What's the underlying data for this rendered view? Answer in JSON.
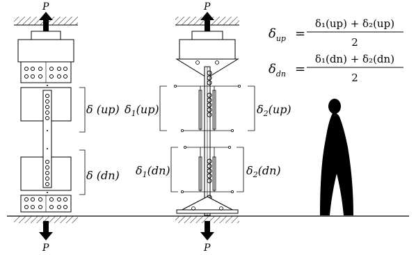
{
  "labels": {
    "load_symbol": "P",
    "left_up": "δ (up)",
    "left_dn": "δ (dn)",
    "mid_left_up_main": "δ",
    "mid_left_up_sub": "1",
    "mid_left_up_tail": "(up)",
    "mid_right_up_main": "δ",
    "mid_right_up_sub": "2",
    "mid_right_up_tail": "(up)",
    "mid_left_dn_main": "δ",
    "mid_left_dn_sub": "1",
    "mid_left_dn_tail": "(dn)",
    "mid_right_dn_main": "δ",
    "mid_right_dn_sub": "2",
    "mid_right_dn_tail": "(dn)"
  },
  "formulas": {
    "up": {
      "lhs_main": "δ",
      "lhs_sub": "up",
      "equals": "=",
      "numerator": "δ₁(up) + δ₂(up)",
      "denominator": "2"
    },
    "dn": {
      "lhs_main": "δ",
      "lhs_sub": "dn",
      "equals": "=",
      "numerator": "δ₁(dn) + δ₂(dn)",
      "denominator": "2"
    }
  },
  "colors": {
    "ink": "#000000",
    "paper": "#ffffff"
  }
}
